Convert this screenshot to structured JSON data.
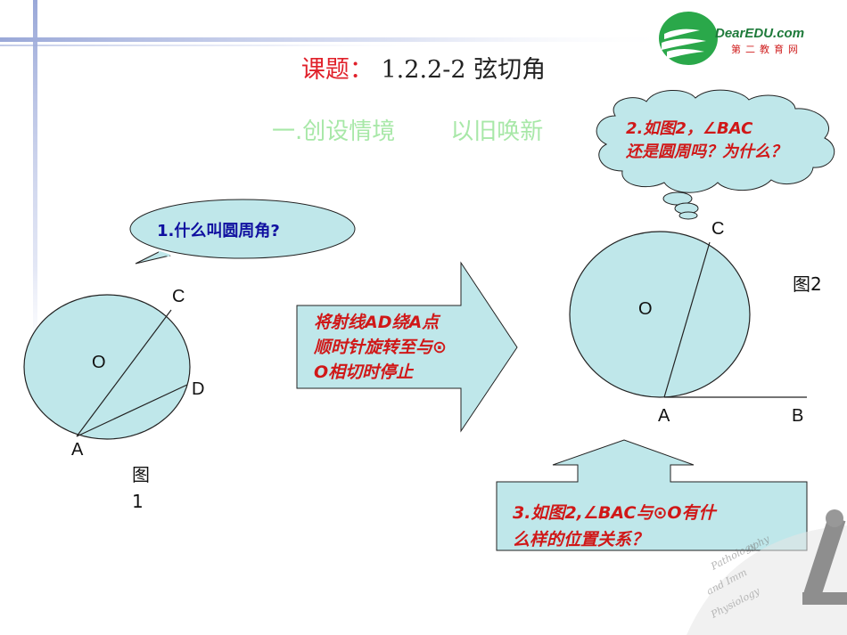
{
  "logo": {
    "brand": "DearEDU.com",
    "tagline": "第二教育网"
  },
  "title": {
    "label": "课题：",
    "text": "1.2.2-2 弦切角"
  },
  "subtitle": {
    "part1": "一.创设情境",
    "part2": "以旧唤新"
  },
  "bubbles": {
    "q1": "1.什么叫圆周角?",
    "q2_line1": "2.如图2，∠BAC",
    "q2_line2": "还是圆周吗？为什么？",
    "q3_line1": "3.如图2,∠BAC与⊙O有什",
    "q3_line2": "么样的位置关系？"
  },
  "arrow": {
    "line1": "将射线AD绕A点",
    "line2": "顺时针旋转至与⊙",
    "line3": "O相切时停止"
  },
  "figure1": {
    "caption_line1": "图",
    "caption_line2": "1",
    "labels": {
      "o": "O",
      "c": "C",
      "d": "D",
      "a": "A"
    }
  },
  "figure2": {
    "caption": "图2",
    "labels": {
      "o": "O",
      "c": "C",
      "a": "A",
      "b": "B"
    }
  },
  "colors": {
    "circle_fill": "#bfe7ea",
    "bubble_fill": "#bfe7ea",
    "title_red": "#e0202a",
    "subtitle_green": "#a8e8a8",
    "question_blue": "#1010a0",
    "question_red": "#d01818"
  }
}
